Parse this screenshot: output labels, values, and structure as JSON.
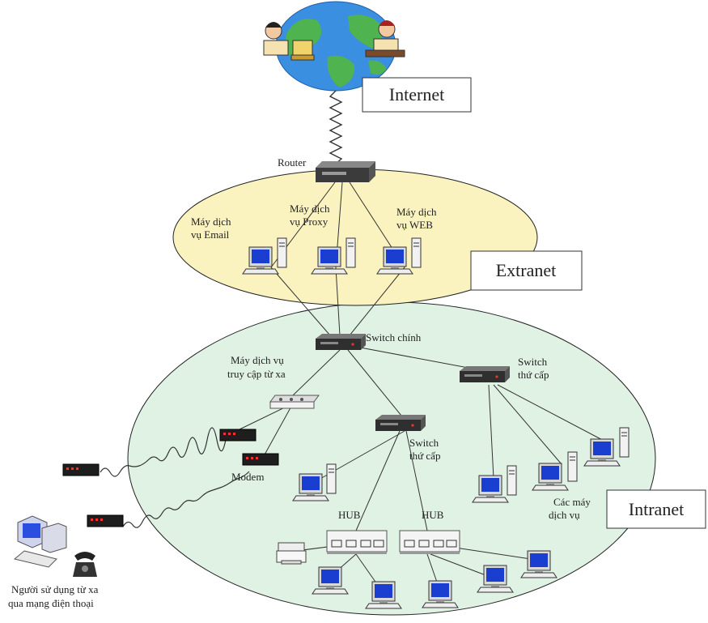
{
  "zones": {
    "internet": "Internet",
    "extranet": "Extranet",
    "intranet": "Intranet"
  },
  "devices": {
    "router": "Router",
    "main_switch": "Switch chính",
    "secondary_switch_right": [
      "Switch",
      "thứ cấp"
    ],
    "secondary_switch_center": [
      "Switch",
      "thứ cấp"
    ],
    "hub_left": "HUB",
    "hub_right": "HUB",
    "modem": "Modem"
  },
  "servers": {
    "email": [
      "Máy dịch",
      "vụ Email"
    ],
    "proxy": [
      "Máy dịch",
      "vụ Proxy"
    ],
    "web": [
      "Máy dịch",
      "vụ WEB"
    ],
    "remote_access": [
      "Máy dịch vụ",
      "truy cập từ xa"
    ],
    "services": [
      "Các máy",
      "dịch vụ"
    ]
  },
  "remote_users": [
    "Người sử dụng từ xa",
    "qua mạng điện thoại"
  ]
}
